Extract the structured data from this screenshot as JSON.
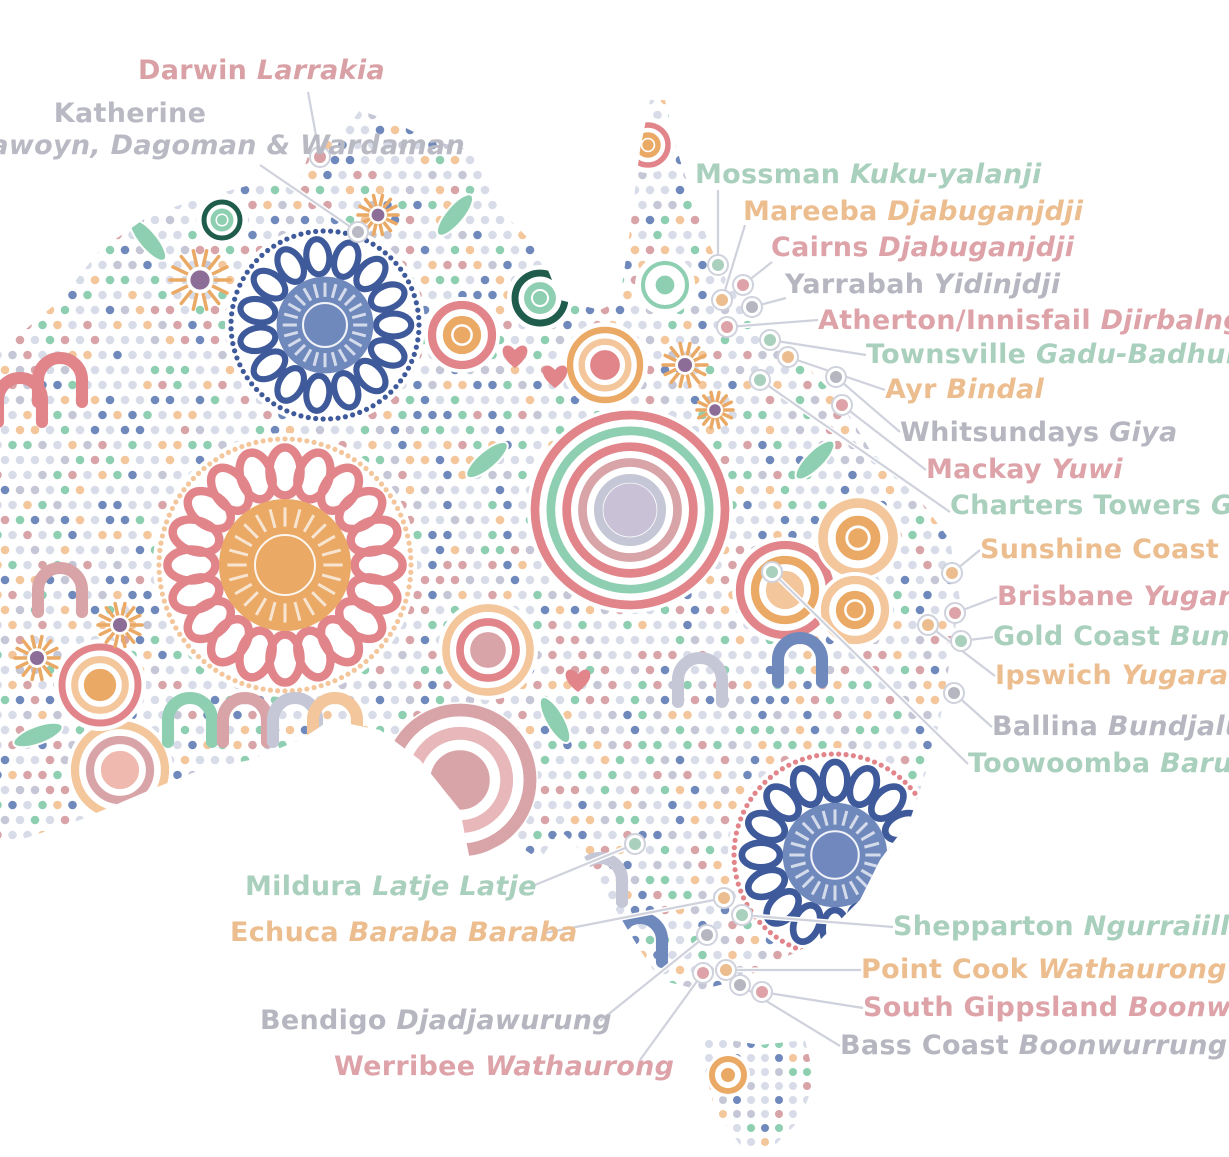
{
  "map": {
    "labels": [
      {
        "id": "darwin",
        "place": "Darwin",
        "nation": "Larrakia",
        "color": "#d9a1a6"
      },
      {
        "id": "katherine",
        "place": "Katherine",
        "nation": "Jawoyn, Dagoman & Wardaman",
        "color": "#b8b9c3"
      },
      {
        "id": "mossman",
        "place": "Mossman",
        "nation": "Kuku-yalanji",
        "color": "#a9cfbd"
      },
      {
        "id": "mareeba",
        "place": "Mareeba",
        "nation": "Djabuganjdji",
        "color": "#ecbd8e"
      },
      {
        "id": "cairns",
        "place": "Cairns",
        "nation": "Djabuganjdji",
        "color": "#dda3a8"
      },
      {
        "id": "yarrabah",
        "place": "Yarrabah",
        "nation": "Yidinjdji",
        "color": "#b5b6c0"
      },
      {
        "id": "atherton",
        "place": "Atherton/Innisfail",
        "nation": "Djirbalngan",
        "color": "#dda3a8"
      },
      {
        "id": "townsville",
        "place": "Townsville",
        "nation": "Gadu-Badhun",
        "color": "#a9cfbd"
      },
      {
        "id": "ayr",
        "place": "Ayr",
        "nation": "Bindal",
        "color": "#ecbd8e"
      },
      {
        "id": "whitsundays",
        "place": "Whitsundays",
        "nation": "Giya",
        "color": "#b5b6c0"
      },
      {
        "id": "mackay",
        "place": "Mackay",
        "nation": "Yuwi",
        "color": "#dda3a8"
      },
      {
        "id": "charters",
        "place": "Charters Towers",
        "nation": "Gudjal",
        "color": "#a9cfbd"
      },
      {
        "id": "sunshine",
        "place": "Sunshine Coast",
        "nation": "",
        "color": "#ecbd8e"
      },
      {
        "id": "brisbane",
        "place": "Brisbane",
        "nation": "Yugara",
        "color": "#dda3a8"
      },
      {
        "id": "goldcoast",
        "place": "Gold Coast",
        "nation": "Bundjalung",
        "color": "#a9cfbd"
      },
      {
        "id": "ipswich",
        "place": "Ipswich",
        "nation": "Yugara",
        "color": "#ecbd8e"
      },
      {
        "id": "ballina",
        "place": "Ballina",
        "nation": "Bundjalung",
        "color": "#b5b6c0"
      },
      {
        "id": "toowoomba",
        "place": "Toowoomba",
        "nation": "Barunggam",
        "color": "#a9cfbd"
      },
      {
        "id": "mildura",
        "place": "Mildura",
        "nation": "Latje Latje",
        "color": "#a9cfbd"
      },
      {
        "id": "echuca",
        "place": "Echuca",
        "nation": "Baraba Baraba",
        "color": "#ecbd8e"
      },
      {
        "id": "shepparton",
        "place": "Shepparton",
        "nation": "Ngurraiillam",
        "color": "#a9cfbd"
      },
      {
        "id": "pointcook",
        "place": "Point Cook",
        "nation": "Wathaurong",
        "color": "#ecbd8e"
      },
      {
        "id": "southgipps",
        "place": "South Gippsland",
        "nation": "Boonwurrung",
        "color": "#dda3a8"
      },
      {
        "id": "basscoast",
        "place": "Bass Coast",
        "nation": "Boonwurrung",
        "color": "#b5b6c0"
      },
      {
        "id": "bendigo",
        "place": "Bendigo",
        "nation": "Djadjawurung",
        "color": "#b5b6c0"
      },
      {
        "id": "werribee",
        "place": "Werribee",
        "nation": "Wathaurong",
        "color": "#dda3a8"
      }
    ]
  },
  "colors": {
    "blue": "#7089bd",
    "navy": "#3f5a9b",
    "orange": "#eaa965",
    "peach": "#f3c69b",
    "pink": "#e1858b",
    "rose": "#d8a4a8",
    "green": "#8ecfb2",
    "darkgreen": "#1f5c4b",
    "purple": "#8b6d98",
    "grey": "#c5c7d6",
    "pale": "#d7dce8",
    "cream": "#e9ece4"
  }
}
